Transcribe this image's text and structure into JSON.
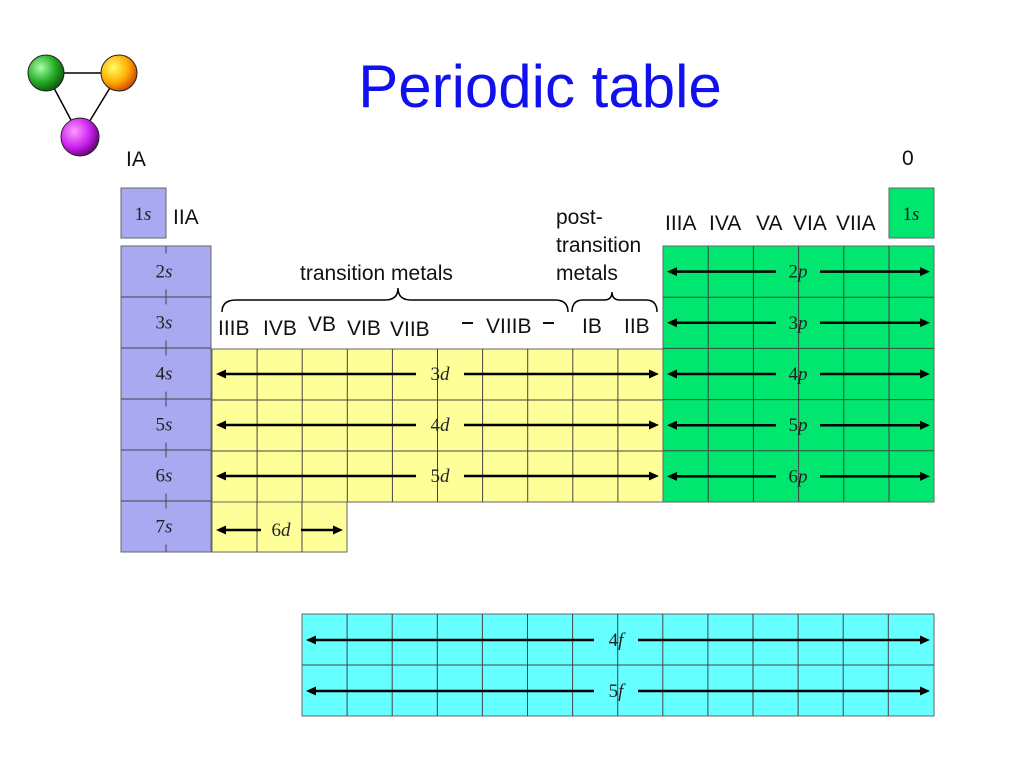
{
  "title": "Periodic table",
  "colors": {
    "s_block": "#a9a9f2",
    "d_block": "#ffff99",
    "p_block": "#00e66e",
    "he_block": "#00e66e",
    "f_block": "#66ffff",
    "title": "#1111ee"
  },
  "group_labels": {
    "ia": "IA",
    "iia": "IIA",
    "zero": "0",
    "iiia": "IIIA",
    "iva": "IVA",
    "va": "VA",
    "via": "VIA",
    "viia": "VIIA",
    "iiib": "IIIB",
    "ivb": "IVB",
    "vb": "VB",
    "vib": "VIB",
    "viib": "VIIB",
    "viiib": "VIIIB",
    "ib": "IB",
    "iib": "IIB"
  },
  "region_labels": {
    "transition_metals": "transition metals",
    "post_transition": [
      "post-",
      "transition",
      "metals"
    ]
  },
  "orbitals": {
    "s_block": [
      "1s",
      "2s",
      "3s",
      "4s",
      "5s",
      "6s",
      "7s"
    ],
    "he": "1s",
    "d_block": [
      "3d",
      "4d",
      "5d",
      "6d"
    ],
    "p_block": [
      "2p",
      "3p",
      "4p",
      "5p",
      "6p"
    ],
    "f_block": [
      "4f",
      "5f"
    ]
  },
  "logo": {
    "atom_colors": [
      "#22aa22",
      "#ffaa00",
      "#cc22ee"
    ]
  }
}
